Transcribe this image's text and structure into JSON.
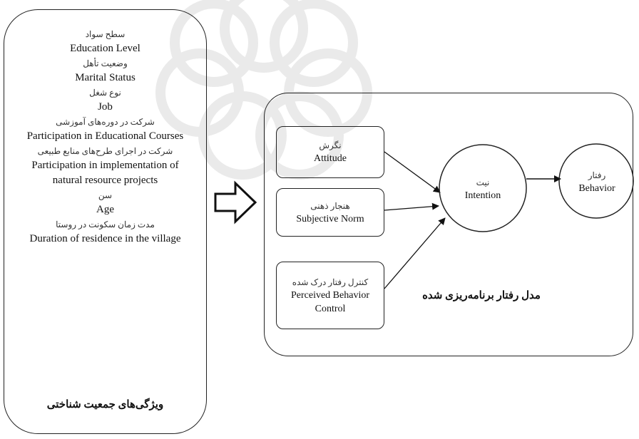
{
  "demographics": {
    "items": [
      {
        "fa": "سطح سواد",
        "en": "Education Level"
      },
      {
        "fa": "وضعیت تأهل",
        "en": "Marital Status"
      },
      {
        "fa": "نوع شغل",
        "en": "Job"
      },
      {
        "fa": "شرکت در دوره‌های آموزشی",
        "en": "Participation in Educational Courses"
      },
      {
        "fa": "شرکت در اجرای طرح‌های منابع طبیعی",
        "en": "Participation in implementation of natural resource projects"
      },
      {
        "fa": "سن",
        "en": "Age"
      },
      {
        "fa": "مدت زمان سکونت در روستا",
        "en": "Duration of residence in the village"
      }
    ],
    "title": "ویژگی‌های جمعیت شناختی"
  },
  "model": {
    "title": "مدل رفتار برنامه‌ریزی شده",
    "inputs": [
      {
        "fa": "نگرش",
        "en": "Attitude"
      },
      {
        "fa": "هنجار ذهنی",
        "en": "Subjective Norm"
      },
      {
        "fa": "کنترل رفتار درک شده",
        "en": "Perceived Behavior Control"
      }
    ],
    "intention": {
      "fa": "نیت",
      "en": "Intention"
    },
    "behavior": {
      "fa": "رفتار",
      "en": "Behavior"
    }
  }
}
